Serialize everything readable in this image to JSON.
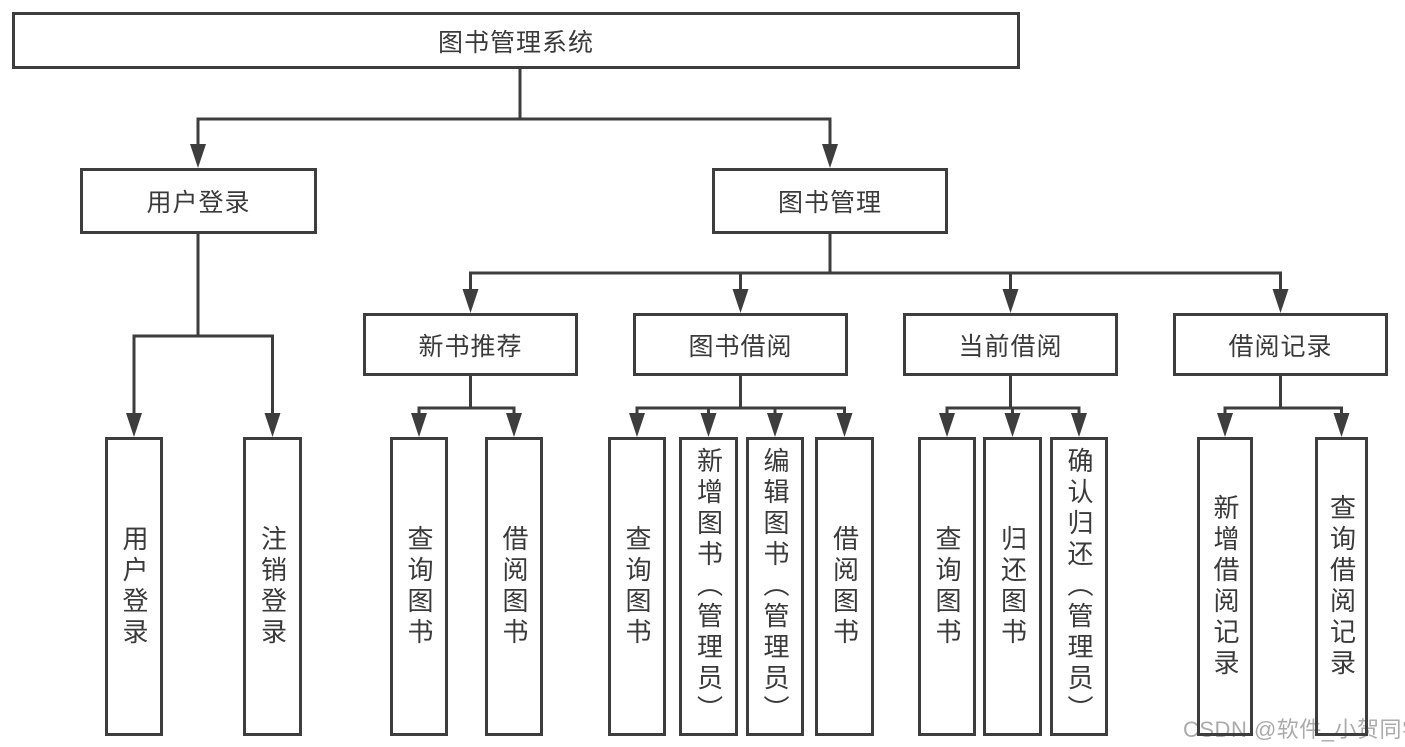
{
  "diagram": {
    "type": "tree",
    "root": {
      "label": "图书管理系统"
    },
    "level2": [
      {
        "label": "用户登录"
      },
      {
        "label": "图书管理"
      }
    ],
    "level3": [
      {
        "label": "新书推荐"
      },
      {
        "label": "图书借阅"
      },
      {
        "label": "当前借阅"
      },
      {
        "label": "借阅记录"
      }
    ],
    "leaves": {
      "user_login": [
        {
          "label": "用户登录"
        },
        {
          "label": "注销登录"
        }
      ],
      "new_books": [
        {
          "label": "查询图书"
        },
        {
          "label": "借阅图书"
        }
      ],
      "book_borrow": [
        {
          "label": "查询图书"
        },
        {
          "label": "新增图书（管理员）"
        },
        {
          "label": "编辑图书（管理员）"
        },
        {
          "label": "借阅图书"
        }
      ],
      "current_borrow": [
        {
          "label": "查询图书"
        },
        {
          "label": "归还图书"
        },
        {
          "label": "确认归还（管理员）"
        }
      ],
      "borrow_records": [
        {
          "label": "新增借阅记录"
        },
        {
          "label": "查询借阅记录"
        }
      ]
    },
    "colors": {
      "line": "#3d3d3d",
      "text": "#3a3a3a",
      "background": "#ffffff",
      "watermark": "#ababab"
    }
  },
  "watermark": {
    "text": "CSDN @软件_小贺同学"
  }
}
